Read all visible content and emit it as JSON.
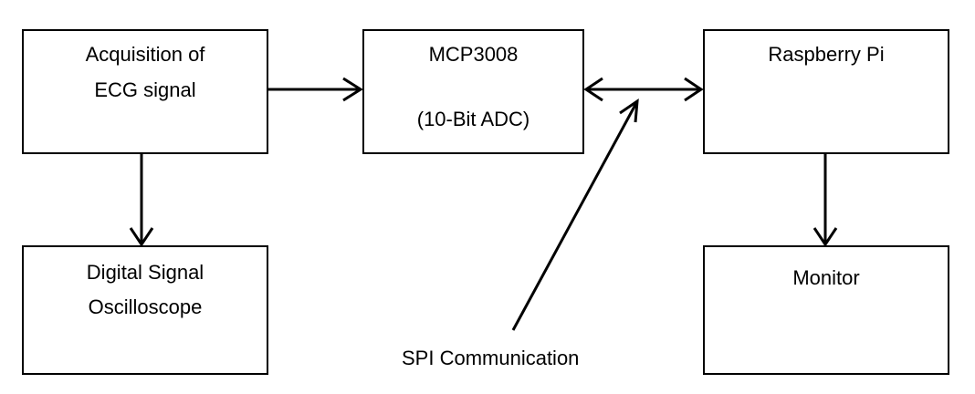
{
  "diagram": {
    "nodes": {
      "acquisition": {
        "lines": [
          "Acquisition  of",
          "ECG signal"
        ]
      },
      "adc": {
        "lines": [
          "MCP3008",
          "(10-Bit ADC)"
        ]
      },
      "raspberry": {
        "lines": [
          "Raspberry Pi"
        ]
      },
      "oscilloscope": {
        "lines": [
          "Digital Signal",
          "Oscilloscope"
        ]
      },
      "monitor": {
        "lines": [
          "Monitor"
        ]
      }
    },
    "annotation": "SPI Communication",
    "edges": [
      {
        "from": "acquisition",
        "to": "adc",
        "direction": "forward"
      },
      {
        "from": "adc",
        "to": "raspberry",
        "direction": "bidirectional"
      },
      {
        "from": "acquisition",
        "to": "oscilloscope",
        "direction": "forward"
      },
      {
        "from": "raspberry",
        "to": "monitor",
        "direction": "forward"
      },
      {
        "from": "annotation",
        "to": "adc-raspberry-link",
        "direction": "forward"
      }
    ],
    "colors": {
      "stroke": "#000000",
      "fill": "#ffffff"
    }
  }
}
